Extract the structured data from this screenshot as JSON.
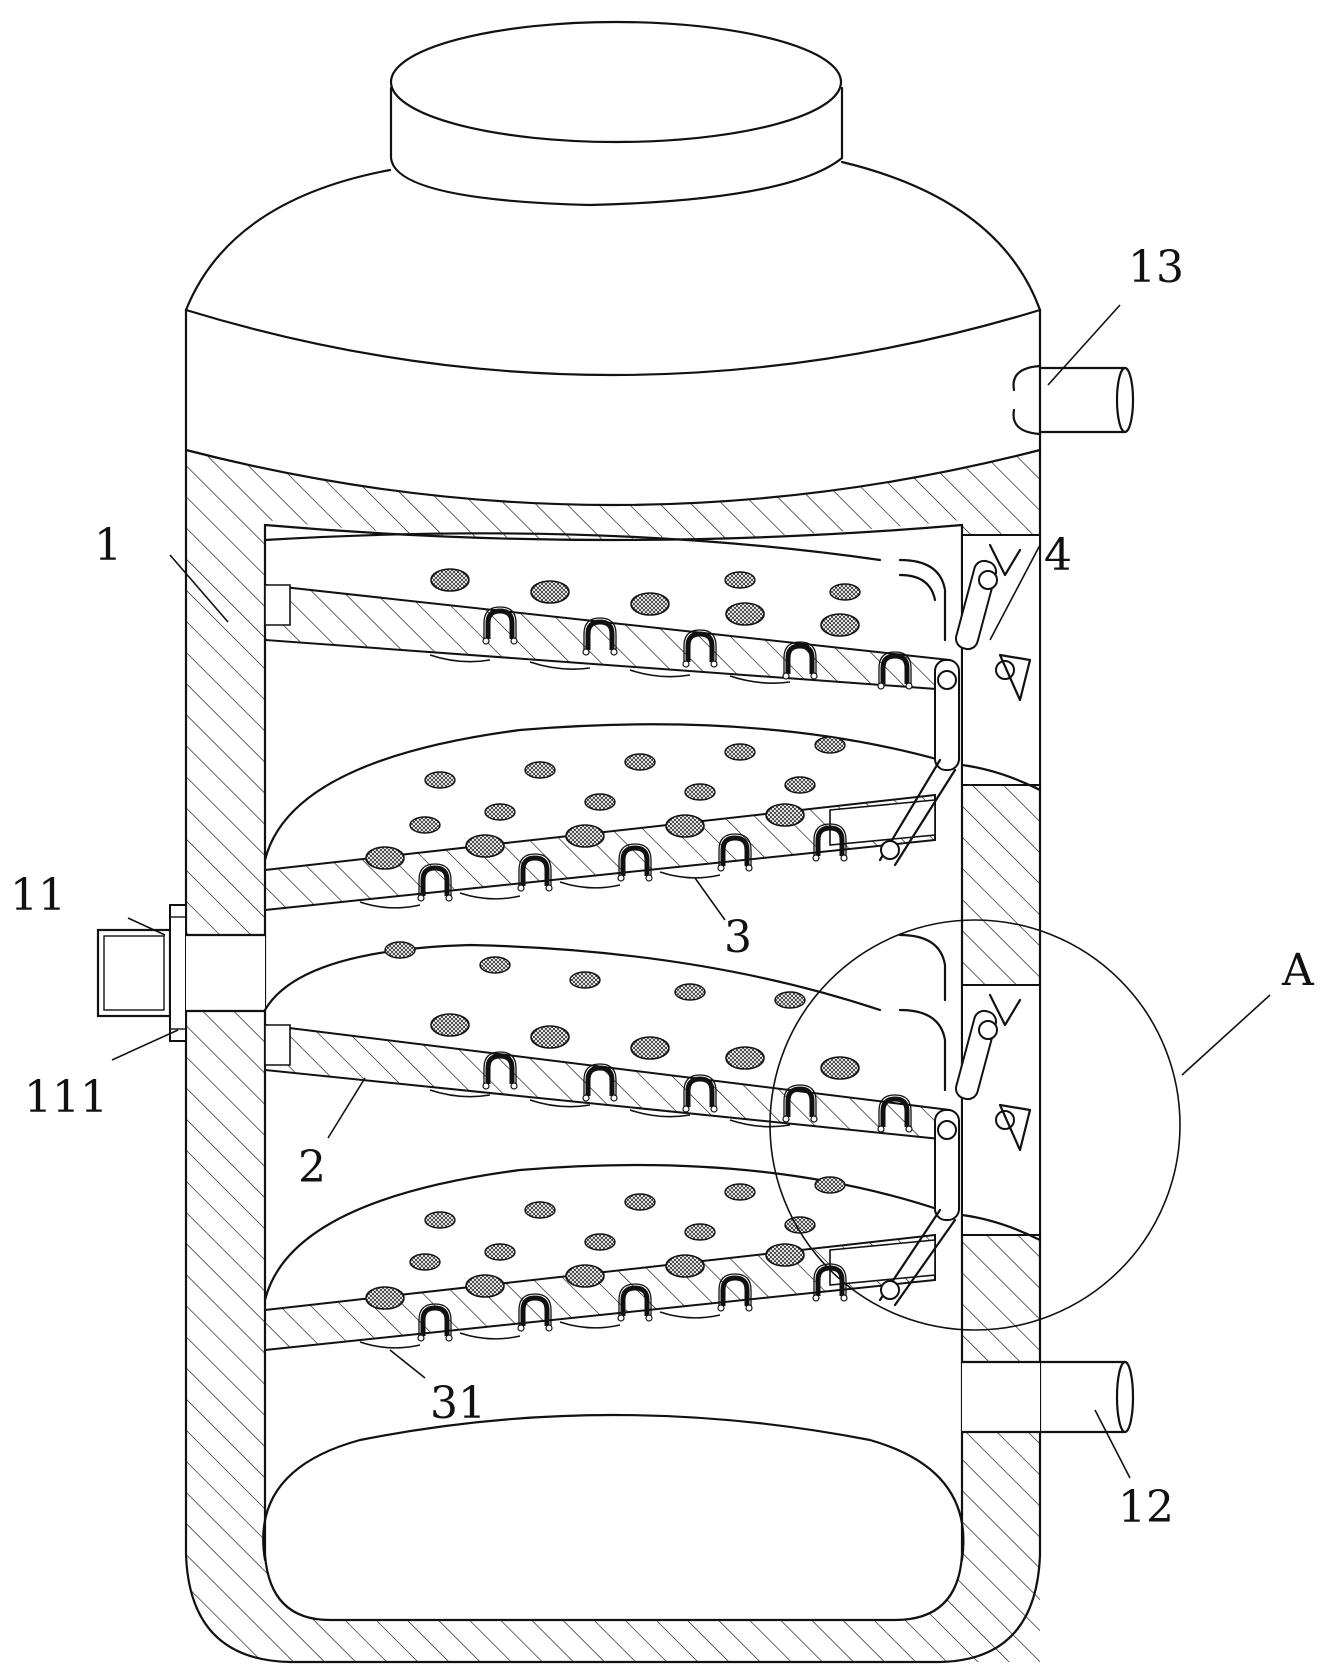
{
  "labels": {
    "body": "1",
    "plate_2": "2",
    "plate_3": "3",
    "hinge_assembly": "4",
    "inlet_pipe": "11",
    "flange": "111",
    "outlet_pipe": "12",
    "exhaust_pipe": "13",
    "groove": "31",
    "detail_a": "A"
  }
}
